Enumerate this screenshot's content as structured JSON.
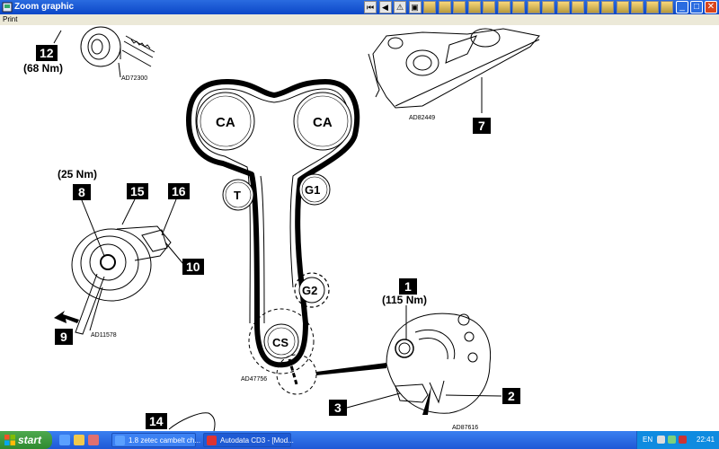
{
  "window": {
    "title": "Zoom graphic"
  },
  "menu": {
    "print": "Print"
  },
  "toolbar": [
    {
      "glyph": "⏮"
    },
    {
      "glyph": "◀"
    },
    {
      "glyph": "⚠"
    },
    {
      "glyph": "▣"
    },
    {
      "glyph": ""
    },
    {
      "glyph": ""
    },
    {
      "glyph": ""
    },
    {
      "glyph": ""
    },
    {
      "glyph": ""
    },
    {
      "glyph": ""
    },
    {
      "glyph": ""
    },
    {
      "glyph": ""
    },
    {
      "glyph": ""
    },
    {
      "glyph": ""
    },
    {
      "glyph": ""
    },
    {
      "glyph": ""
    },
    {
      "glyph": ""
    },
    {
      "glyph": ""
    },
    {
      "glyph": ""
    },
    {
      "glyph": ""
    },
    {
      "glyph": ""
    }
  ],
  "window_controls": {
    "minimize": "_",
    "maximize": "□",
    "close": "✕"
  },
  "diagram": {
    "labels": {
      "n12": "12",
      "t12": "(68 Nm)",
      "ref1": "AD72300",
      "n7": "7",
      "ref2": "AD82449",
      "ca1": "CA",
      "ca2": "CA",
      "t": "T",
      "g1": "G1",
      "g2": "G2",
      "cs": "CS",
      "t8": "(25 Nm)",
      "n8": "8",
      "n15": "15",
      "n16": "16",
      "n10": "10",
      "n9": "9",
      "ref3": "AD11578",
      "n1": "1",
      "t1": "(115 Nm)",
      "n2": "2",
      "n3": "3",
      "ref4": "AD87616",
      "ref5": "AD47756",
      "n14": "14"
    }
  },
  "taskbar": {
    "start": "start",
    "tasks": [
      {
        "label": "1.8 zetec cambelt ch..."
      },
      {
        "label": "Autodata CD3 - [Mod..."
      }
    ],
    "lang": "EN",
    "clock": "22:41"
  }
}
